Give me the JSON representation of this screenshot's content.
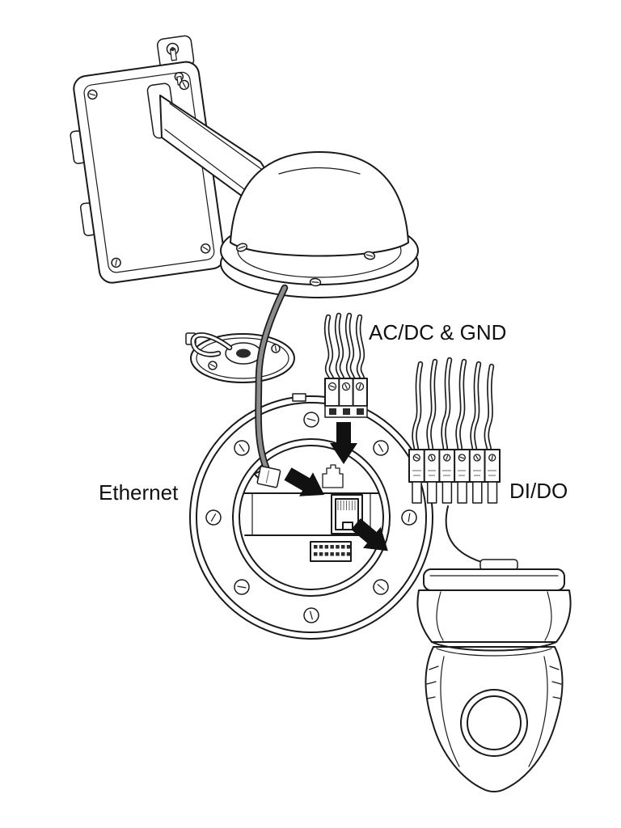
{
  "diagram": {
    "labels": {
      "acdc": "AC/DC & GND",
      "ethernet": "Ethernet",
      "dido": "DI/DO"
    },
    "colors": {
      "line": "#1a1a1a",
      "cable": "#8c8c8c",
      "arrow": "#111111",
      "background": "#ffffff"
    },
    "parts": [
      "wall-mount-bracket",
      "mount-arm",
      "mount-dome-cap",
      "coupling-ring",
      "camera-base-plate",
      "ethernet-port",
      "io-pin-header",
      "acdc-terminal-block",
      "dido-terminal-block",
      "ptz-camera"
    ]
  }
}
